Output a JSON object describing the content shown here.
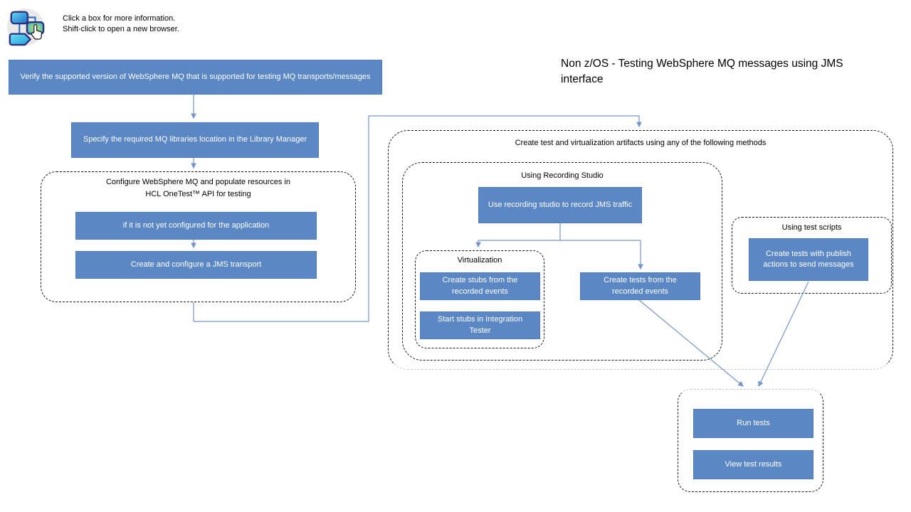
{
  "legend": {
    "icon": "flowchart-click-icon",
    "line1": "Click a box for more information.",
    "line2": "Shift-click to open a new browser."
  },
  "title": "Non z/OS - Testing WebSphere MQ messages using JMS interface",
  "groups": {
    "configure": {
      "line1": "Configure WebSphere MQ and populate resources in",
      "line2": "HCL OneTest™ API for testing"
    },
    "artifacts": {
      "title": "Create test and virtualization artifacts using any of the following methods"
    },
    "recording": {
      "title": "Using Recording Studio"
    },
    "virtualization": {
      "title": "Virtualization"
    },
    "scripts": {
      "title": "Using test scripts"
    }
  },
  "nodes": {
    "verify": "Verify the supported version of WebSphere MQ that is supported for testing MQ transports/messages",
    "specify": "Specify the required MQ libraries location in the Library Manager",
    "not_configured": "if it is not yet configured for the application",
    "create_jms": "Create and configure a JMS transport",
    "use_recording": "Use recording studio to record JMS traffic",
    "create_stubs": "Create stubs from the recorded events",
    "start_stubs": "Start stubs in Integration Tester",
    "create_tests_recorded": "Create tests from the recorded events",
    "create_tests_publish": "Create tests with publish actions to send messages",
    "run_tests": "Run tests",
    "view_results": "View test results"
  },
  "colors": {
    "node_fill": "#5b87c5",
    "node_border": "#4d7cba",
    "node_text": "#ffffff",
    "connector": "#7396cc",
    "dash": "#161616",
    "dash_light": "#c8c8c8",
    "text": "#000000"
  }
}
